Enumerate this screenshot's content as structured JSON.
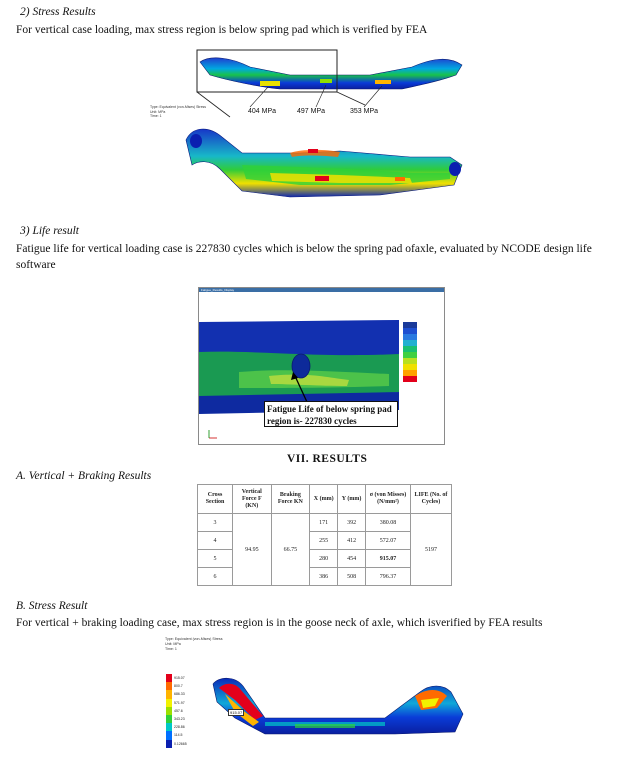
{
  "sections": {
    "stress_results_1": {
      "heading": "2)   Stress Results",
      "text": "For vertical case loading, max stress region is below spring pad which is verified by FEA"
    },
    "life_result": {
      "heading": "3)   Life result",
      "text_line1": "Fatigue life for vertical loading case is 227830 cycles which is below the spring pad ofaxle, evaluated by NCODE design life",
      "text_line2": "software"
    },
    "results_title": "VII.      RESULTS",
    "vertical_braking": {
      "heading": "A.   Vertical + Braking Results"
    },
    "stress_results_2": {
      "heading": "B.   Stress Result",
      "text": "For vertical + braking loading case, max stress region is in the goose neck of axle, which isverified by FEA results"
    }
  },
  "figure1": {
    "legend_lines": [
      "Type: Equivalent (von-Mises) Stress",
      "Unit: MPa",
      "Time: 1"
    ],
    "callouts": [
      "404 MPa",
      "497 MPa",
      "353 MPa"
    ]
  },
  "figure2": {
    "title_bar": "Fatigue_Results_Display",
    "callout_line1": "Fatigue Life of below spring pad",
    "callout_line2": "region is- 227830 cycles"
  },
  "table": {
    "headers": [
      "Cross Section",
      "Vertical Force F (KN)",
      "Braking Force KN",
      "X (mm)",
      "Y (mm)",
      "σ (von Misses) (N/mm²)",
      "LIFE (No. of Cycles)"
    ],
    "vertical_force": "94.95",
    "braking_force": "66.75",
    "life": "5197",
    "rows": [
      {
        "section": "3",
        "x": "171",
        "y": "392",
        "stress": "380.08"
      },
      {
        "section": "4",
        "x": "255",
        "y": "412",
        "stress": "572.07"
      },
      {
        "section": "5",
        "x": "280",
        "y": "454",
        "stress": "915.07"
      },
      {
        "section": "6",
        "x": "386",
        "y": "508",
        "stress": "796.37"
      }
    ]
  },
  "figure3": {
    "legend_lines": [
      "Type: Equivalent (von-Mises) Stress",
      "Unit: MPa",
      "Time: 1"
    ],
    "legend_values": [
      "915.07",
      "800.7",
      "686.33",
      "571.97",
      "457.6",
      "343.23",
      "228.86",
      "114.5",
      "0.12665"
    ],
    "legend_colors": [
      "#e3001b",
      "#ff6a00",
      "#ffb400",
      "#f2f200",
      "#9de000",
      "#2fd13a",
      "#00c8c8",
      "#0070ff",
      "#0a1fb0"
    ],
    "tag": "915.07"
  }
}
